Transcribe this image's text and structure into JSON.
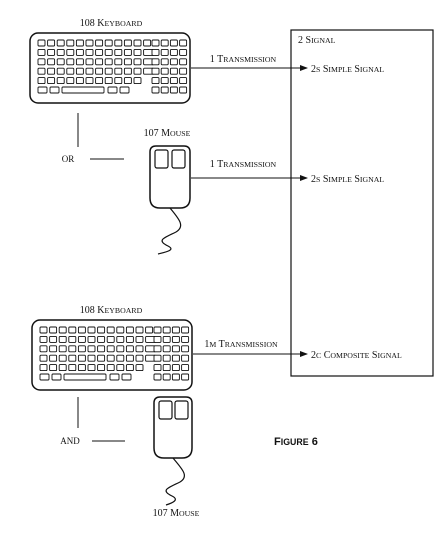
{
  "figure": {
    "caption": "Figure 6",
    "signal_box_label": "2 Signal",
    "upper": {
      "keyboard_label": "108 Keyboard",
      "mouse_label": "107 Mouse",
      "connector": "OR",
      "keyboard_transmission": "1 Transmission",
      "keyboard_signal": "2s Simple Signal",
      "mouse_transmission": "1 Transmission",
      "mouse_signal": "2s Simple Signal"
    },
    "lower": {
      "keyboard_label": "108 Keyboard",
      "mouse_label": "107 Mouse",
      "connector": "AND",
      "transmission": "1m Transmission",
      "signal": "2c Composite Signal"
    }
  },
  "icons": {
    "keyboard": "keyboard-icon",
    "mouse": "mouse-icon"
  },
  "colors": {
    "line": "#111111",
    "background": "#ffffff"
  }
}
